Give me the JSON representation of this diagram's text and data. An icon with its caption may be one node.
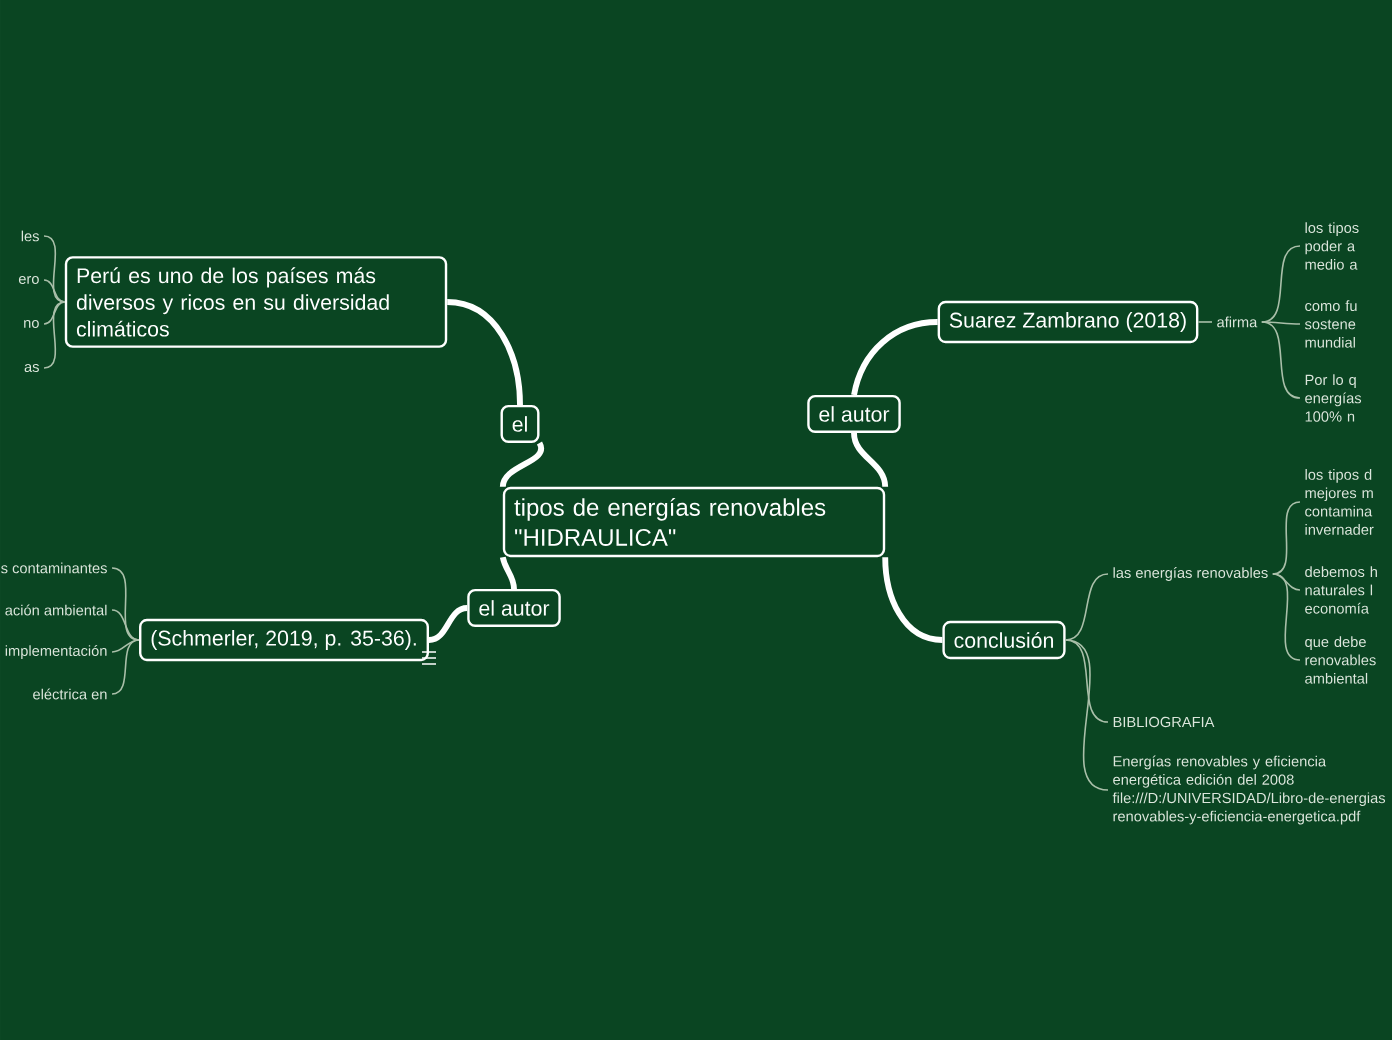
{
  "diagram": {
    "nodes": [
      {
        "text": [
          "tipos de energías renovables \"HIDRAULICA\""
        ]
      },
      {
        "text": [
          "el"
        ]
      },
      {
        "text": [
          "Perú es uno de los países más diversos y ricos en su diversidad climáticos"
        ]
      },
      {
        "text": [
          "el autor"
        ]
      },
      {
        "text": [
          "Suarez Zambrano (2018)"
        ]
      },
      {
        "text": [
          "el autor"
        ]
      },
      {
        "text": [
          "(Schmerler, 2019, p. 35-36)."
        ]
      },
      {
        "text": [
          "conclusión"
        ]
      },
      {
        "text": [
          "afirma"
        ]
      },
      {
        "text": [
          "los tipos poder a medio a"
        ]
      },
      {
        "text": [
          "como fu sostene mundial"
        ]
      },
      {
        "text": [
          "Por lo q energías 100% n"
        ]
      },
      {
        "text": [
          "las energías renovables"
        ]
      },
      {
        "text": [
          "los tipos d mejores m contamina invernader"
        ]
      },
      {
        "text": [
          "debemos h naturales l economía"
        ]
      },
      {
        "text": [
          "que debe renovables ambiental"
        ]
      },
      {
        "text": [
          "BIBLIOGRAFIA"
        ]
      },
      {
        "text": [
          "Energías renovables y eficiencia energética edición del 2008 file:///D:/UNIVERSIDAD/Libro-de-energias renovables-y-eficiencia-energetica.pdf"
        ]
      },
      {
        "text": [
          "les"
        ]
      },
      {
        "text": [
          "ero"
        ]
      },
      {
        "text": [
          "no"
        ]
      },
      {
        "text": [
          "as"
        ]
      },
      {
        "text": [
          "s contaminantes"
        ]
      },
      {
        "text": [
          "ación ambiental"
        ]
      },
      {
        "text": [
          "implementación"
        ]
      },
      {
        "text": [
          "eléctrica en"
        ]
      }
    ],
    "edges": [
      {
        "from": 0,
        "to": 1,
        "arrow": "none",
        "style": "thick",
        "color": "#ffffff"
      },
      {
        "from": 1,
        "to": 2,
        "arrow": "none",
        "style": "thick",
        "color": "#ffffff"
      },
      {
        "from": 0,
        "to": 3,
        "arrow": "none",
        "style": "thick",
        "color": "#ffffff"
      },
      {
        "from": 3,
        "to": 4,
        "arrow": "none",
        "style": "thick",
        "color": "#ffffff"
      },
      {
        "from": 0,
        "to": 5,
        "arrow": "none",
        "style": "thick",
        "color": "#ffffff"
      },
      {
        "from": 5,
        "to": 6,
        "arrow": "none",
        "style": "thick",
        "color": "#ffffff"
      },
      {
        "from": 0,
        "to": 7,
        "arrow": "none",
        "style": "thick",
        "color": "#ffffff"
      },
      {
        "from": 4,
        "to": 8,
        "arrow": "none"
      },
      {
        "from": 8,
        "to": 9,
        "arrow": "none"
      },
      {
        "from": 8,
        "to": 10,
        "arrow": "none"
      },
      {
        "from": 8,
        "to": 11,
        "arrow": "none"
      },
      {
        "from": 7,
        "to": 12,
        "arrow": "none"
      },
      {
        "from": 12,
        "to": 13,
        "arrow": "none"
      },
      {
        "from": 12,
        "to": 14,
        "arrow": "none"
      },
      {
        "from": 12,
        "to": 15,
        "arrow": "none"
      },
      {
        "from": 7,
        "to": 16,
        "arrow": "none"
      },
      {
        "from": 7,
        "to": 17,
        "arrow": "none"
      },
      {
        "from": 2,
        "to": 18,
        "arrow": "none"
      },
      {
        "from": 2,
        "to": 19,
        "arrow": "none"
      },
      {
        "from": 2,
        "to": 20,
        "arrow": "none"
      },
      {
        "from": 2,
        "to": 21,
        "arrow": "none"
      },
      {
        "from": 6,
        "to": 22,
        "arrow": "none"
      },
      {
        "from": 6,
        "to": 23,
        "arrow": "none"
      },
      {
        "from": 6,
        "to": 24,
        "arrow": "none"
      },
      {
        "from": 6,
        "to": 25,
        "arrow": "none"
      }
    ]
  }
}
